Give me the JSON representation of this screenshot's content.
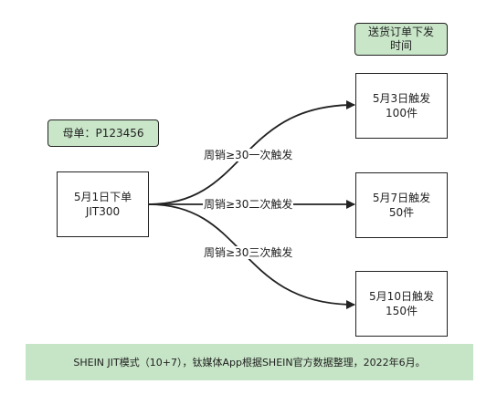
{
  "order_note": "母单：P123456",
  "source": {
    "line1": "5月1日下单",
    "line2": "JIT300"
  },
  "header_note": {
    "line1": "送货订单下发",
    "line2": "时间"
  },
  "targets": [
    {
      "line1": "5月3日触发",
      "line2": "100件"
    },
    {
      "line1": "5月7日触发",
      "line2": "50件"
    },
    {
      "line1": "5月10日触发",
      "line2": "150件"
    }
  ],
  "edge_labels": [
    "周销≥30一次触发",
    "周销≥30二次触发",
    "周销≥30三次触发"
  ],
  "footer": "SHEIN JIT模式（10+7），钛媒体App根据SHEIN官方数据整理，2022年6月。"
}
